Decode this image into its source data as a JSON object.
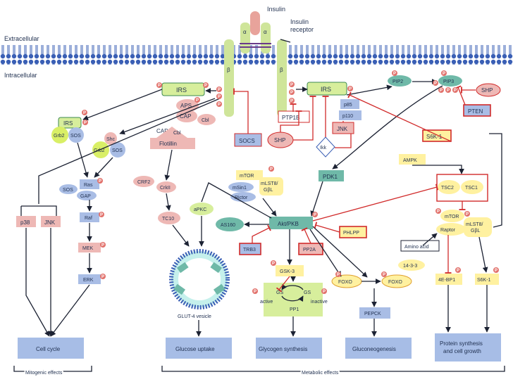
{
  "compartments": {
    "extracellular": "Extracellular",
    "intracellular": "Intracellular"
  },
  "insulin": "Insulin",
  "receptor": {
    "label": "Insulin\nreceptor",
    "alpha": "α",
    "beta": "β"
  },
  "phospho": "P",
  "nodes": {
    "irs_left": "IRS",
    "irs_right": "IRS",
    "irs_small": "IRS",
    "grb2_a": "Grb2",
    "sos_a": "SOS",
    "shc": "Shc",
    "grb2_b": "Grb2",
    "sos_b": "SOS",
    "aps": "APS",
    "cap": "CAP",
    "cbl": "Cbl",
    "cap2": "CAP",
    "cbl2": "Cbl",
    "flotillin": "Flotillin",
    "socs": "SOCS",
    "ptp1b": "PTP1B",
    "shp": "SHP",
    "p85": "p85",
    "p110": "p110",
    "jnk_top": "JNK",
    "ikk": "Ikk",
    "pip2": "PIP2",
    "pip3": "PIP3",
    "shp_right": "SHP",
    "pten": "PTEN",
    "s6k1_top": "S6K-1",
    "ras": "Ras",
    "sos_c": "SOS",
    "gap": "GAP",
    "raf": "Raf",
    "mek": "MEK",
    "erk": "ERK",
    "p38": "p38",
    "jnk_left": "JNK",
    "crf2": "CRF2",
    "crkii": "CrkII",
    "tc10": "TC10",
    "apkc": "aPKC",
    "as160": "AS160",
    "mtor2": "mTOR",
    "msin1": "mSin1",
    "mlst8": "mLST8/\nGβL",
    "rictor": "Rictor",
    "pdk1": "PDK1",
    "akt": "Akt/PKB",
    "phlpp": "PHLPP",
    "trb3": "TRB3",
    "pp2a": "PP2A",
    "gsk3": "GSK-3",
    "gs_active": "GS",
    "gs_inactive": "GS",
    "active": "active",
    "inactive": "inactive",
    "pp1": "PP1",
    "foxo1": "FOXO",
    "foxo2": "FOXO",
    "p1433": "14-3-3",
    "pepck": "PEPCK",
    "ampk": "AMPK",
    "tsc2": "TSC2",
    "tsc1": "TSC1",
    "mtor1": "mTOR",
    "raptor": "Raptor",
    "mlst8b": "mLST8/\nGβL",
    "amino": "Amino acid",
    "fourebp1": "4E-BP1",
    "s6k1": "S6K-1",
    "vesicle": "GLUT-4 vesicle"
  },
  "outcomes": {
    "cell_cycle": "Cell cycle",
    "glucose": "Glucose uptake",
    "glycogen": "Glycogen synthesis",
    "gluconeo": "Gluconeogenesis",
    "protein": "Protein synthesis\nand cell growth"
  },
  "groups": {
    "mitogenic": "Mitogenic effects",
    "metabolic": "Metabolic effects"
  },
  "colors": {
    "membrane": "#3a5fb5",
    "receptor": "#cfe59a",
    "insulin": "#e8a39b",
    "node_blue": "#a9bde5",
    "node_pink": "#eeb8b5",
    "node_yellow": "#fff1a0",
    "node_teal": "#6fb9a8",
    "node_green": "#d7ee9c",
    "phospho": "#e2726c",
    "inhibit": "#d12b2b",
    "outcome": "#a7bde6"
  }
}
